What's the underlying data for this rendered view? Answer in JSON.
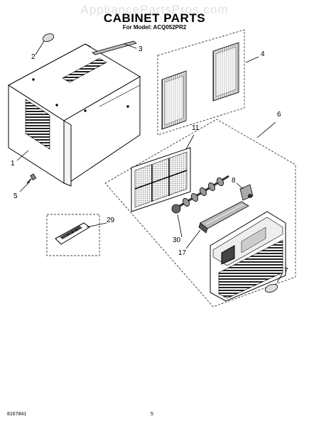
{
  "watermark": "AppliancePartsPros.com",
  "title": "CABINET PARTS",
  "subtitle": "For Model: ACQ052PR2",
  "part_numbers": {
    "p1": "1",
    "p2": "2",
    "p3": "3",
    "p4": "4",
    "p5": "5",
    "p6": "6",
    "p7": "7",
    "p8": "8",
    "p11": "11",
    "p17": "17",
    "p29": "29",
    "p30": "30"
  },
  "footer": {
    "doc_number": "8167841",
    "page": "5"
  }
}
